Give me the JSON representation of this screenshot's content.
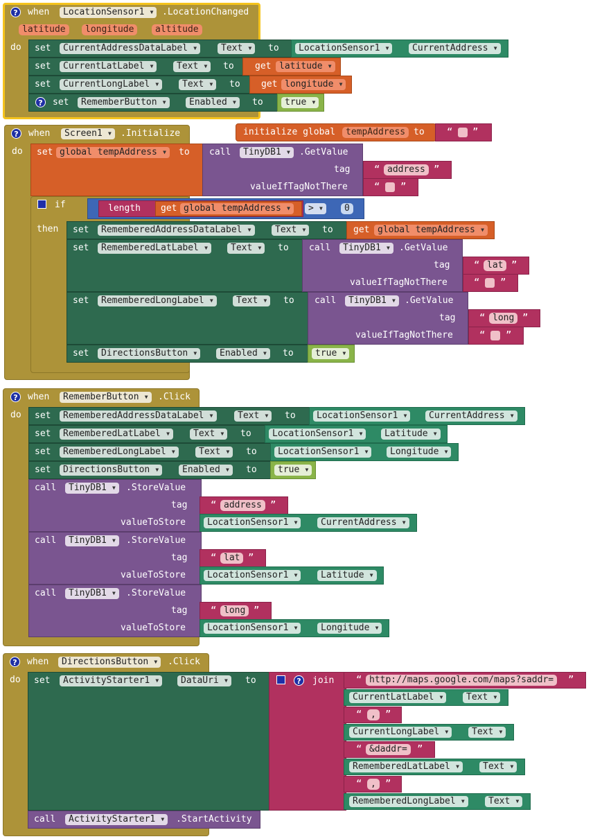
{
  "kw": {
    "when": "when",
    "do": "do",
    "set": "set",
    "to": "to",
    "get": "get",
    "call": "call",
    "if": "if",
    "then": "then",
    "join": "join",
    "initialize_global": "initialize global",
    "length": "length"
  },
  "block1": {
    "component": "LocationSensor1",
    "event": ".LocationChanged",
    "params": [
      "latitude",
      "longitude",
      "altitude"
    ],
    "rows": [
      {
        "comp": "CurrentAddressDataLabel",
        "prop": "Text",
        "val_comp": "LocationSensor1",
        "val_prop": "CurrentAddress"
      },
      {
        "comp": "CurrentLatLabel",
        "prop": "Text",
        "val": "latitude"
      },
      {
        "comp": "CurrentLongLabel",
        "prop": "Text",
        "val": "longitude"
      },
      {
        "comp": "RememberButton",
        "prop": "Enabled",
        "val": "true"
      }
    ]
  },
  "global_init": {
    "name": "tempAddress"
  },
  "block2": {
    "component": "Screen1",
    "event": ".Initialize",
    "set_global": "global tempAddress",
    "getvalue": {
      "comp": "TinyDB1",
      "method": ".GetValue",
      "tag_label": "tag",
      "tag": "address",
      "default_label": "valueIfTagNotThere"
    },
    "if_get": "global tempAddress",
    "op": ">",
    "num": "0",
    "then_rows": [
      {
        "comp": "RememberedAddressDataLabel",
        "prop": "Text",
        "get": "global tempAddress"
      },
      {
        "comp": "RememberedLatLabel",
        "prop": "Text",
        "tag": "lat"
      },
      {
        "comp": "RememberedLongLabel",
        "prop": "Text",
        "tag": "long"
      },
      {
        "comp": "DirectionsButton",
        "prop": "Enabled",
        "val": "true"
      }
    ]
  },
  "block3": {
    "component": "RememberButton",
    "event": ".Click",
    "rows": [
      {
        "comp": "RememberedAddressDataLabel",
        "prop": "Text",
        "val_comp": "LocationSensor1",
        "val_prop": "CurrentAddress"
      },
      {
        "comp": "RememberedLatLabel",
        "prop": "Text",
        "val_comp": "LocationSensor1",
        "val_prop": "Latitude"
      },
      {
        "comp": "RememberedLongLabel",
        "prop": "Text",
        "val_comp": "LocationSensor1",
        "val_prop": "Longitude"
      },
      {
        "comp": "DirectionsButton",
        "prop": "Enabled",
        "val": "true"
      }
    ],
    "store_method": ".StoreValue",
    "tag_label": "tag",
    "store_label": "valueToStore",
    "stores": [
      {
        "comp": "TinyDB1",
        "tag": "address",
        "vcomp": "LocationSensor1",
        "vprop": "CurrentAddress"
      },
      {
        "comp": "TinyDB1",
        "tag": "lat",
        "vcomp": "LocationSensor1",
        "vprop": "Latitude"
      },
      {
        "comp": "TinyDB1",
        "tag": "long",
        "vcomp": "LocationSensor1",
        "vprop": "Longitude"
      }
    ]
  },
  "block4": {
    "component": "DirectionsButton",
    "event": ".Click",
    "set_comp": "ActivityStarter1",
    "set_prop": "DataUri",
    "join_items": [
      "http://maps.google.com/maps?saddr=",
      "CurrentLatLabel",
      "Text",
      ",",
      "CurrentLongLabel",
      "Text",
      "&daddr=",
      "RememberedLatLabel",
      "Text",
      ",",
      "RememberedLongLabel",
      "Text"
    ],
    "call_comp": "ActivityStarter1",
    "call_method": ".StartActivity"
  },
  "colors": {
    "event": "#ad9339",
    "setter": "#2e6a4f",
    "getter": "#2e8a65",
    "procedure": "#7a5590",
    "text": "#b1315f",
    "variable": "#d65f28",
    "math": "#3d67b6",
    "logic": "#8ab449",
    "selected": "#f5c31d"
  }
}
